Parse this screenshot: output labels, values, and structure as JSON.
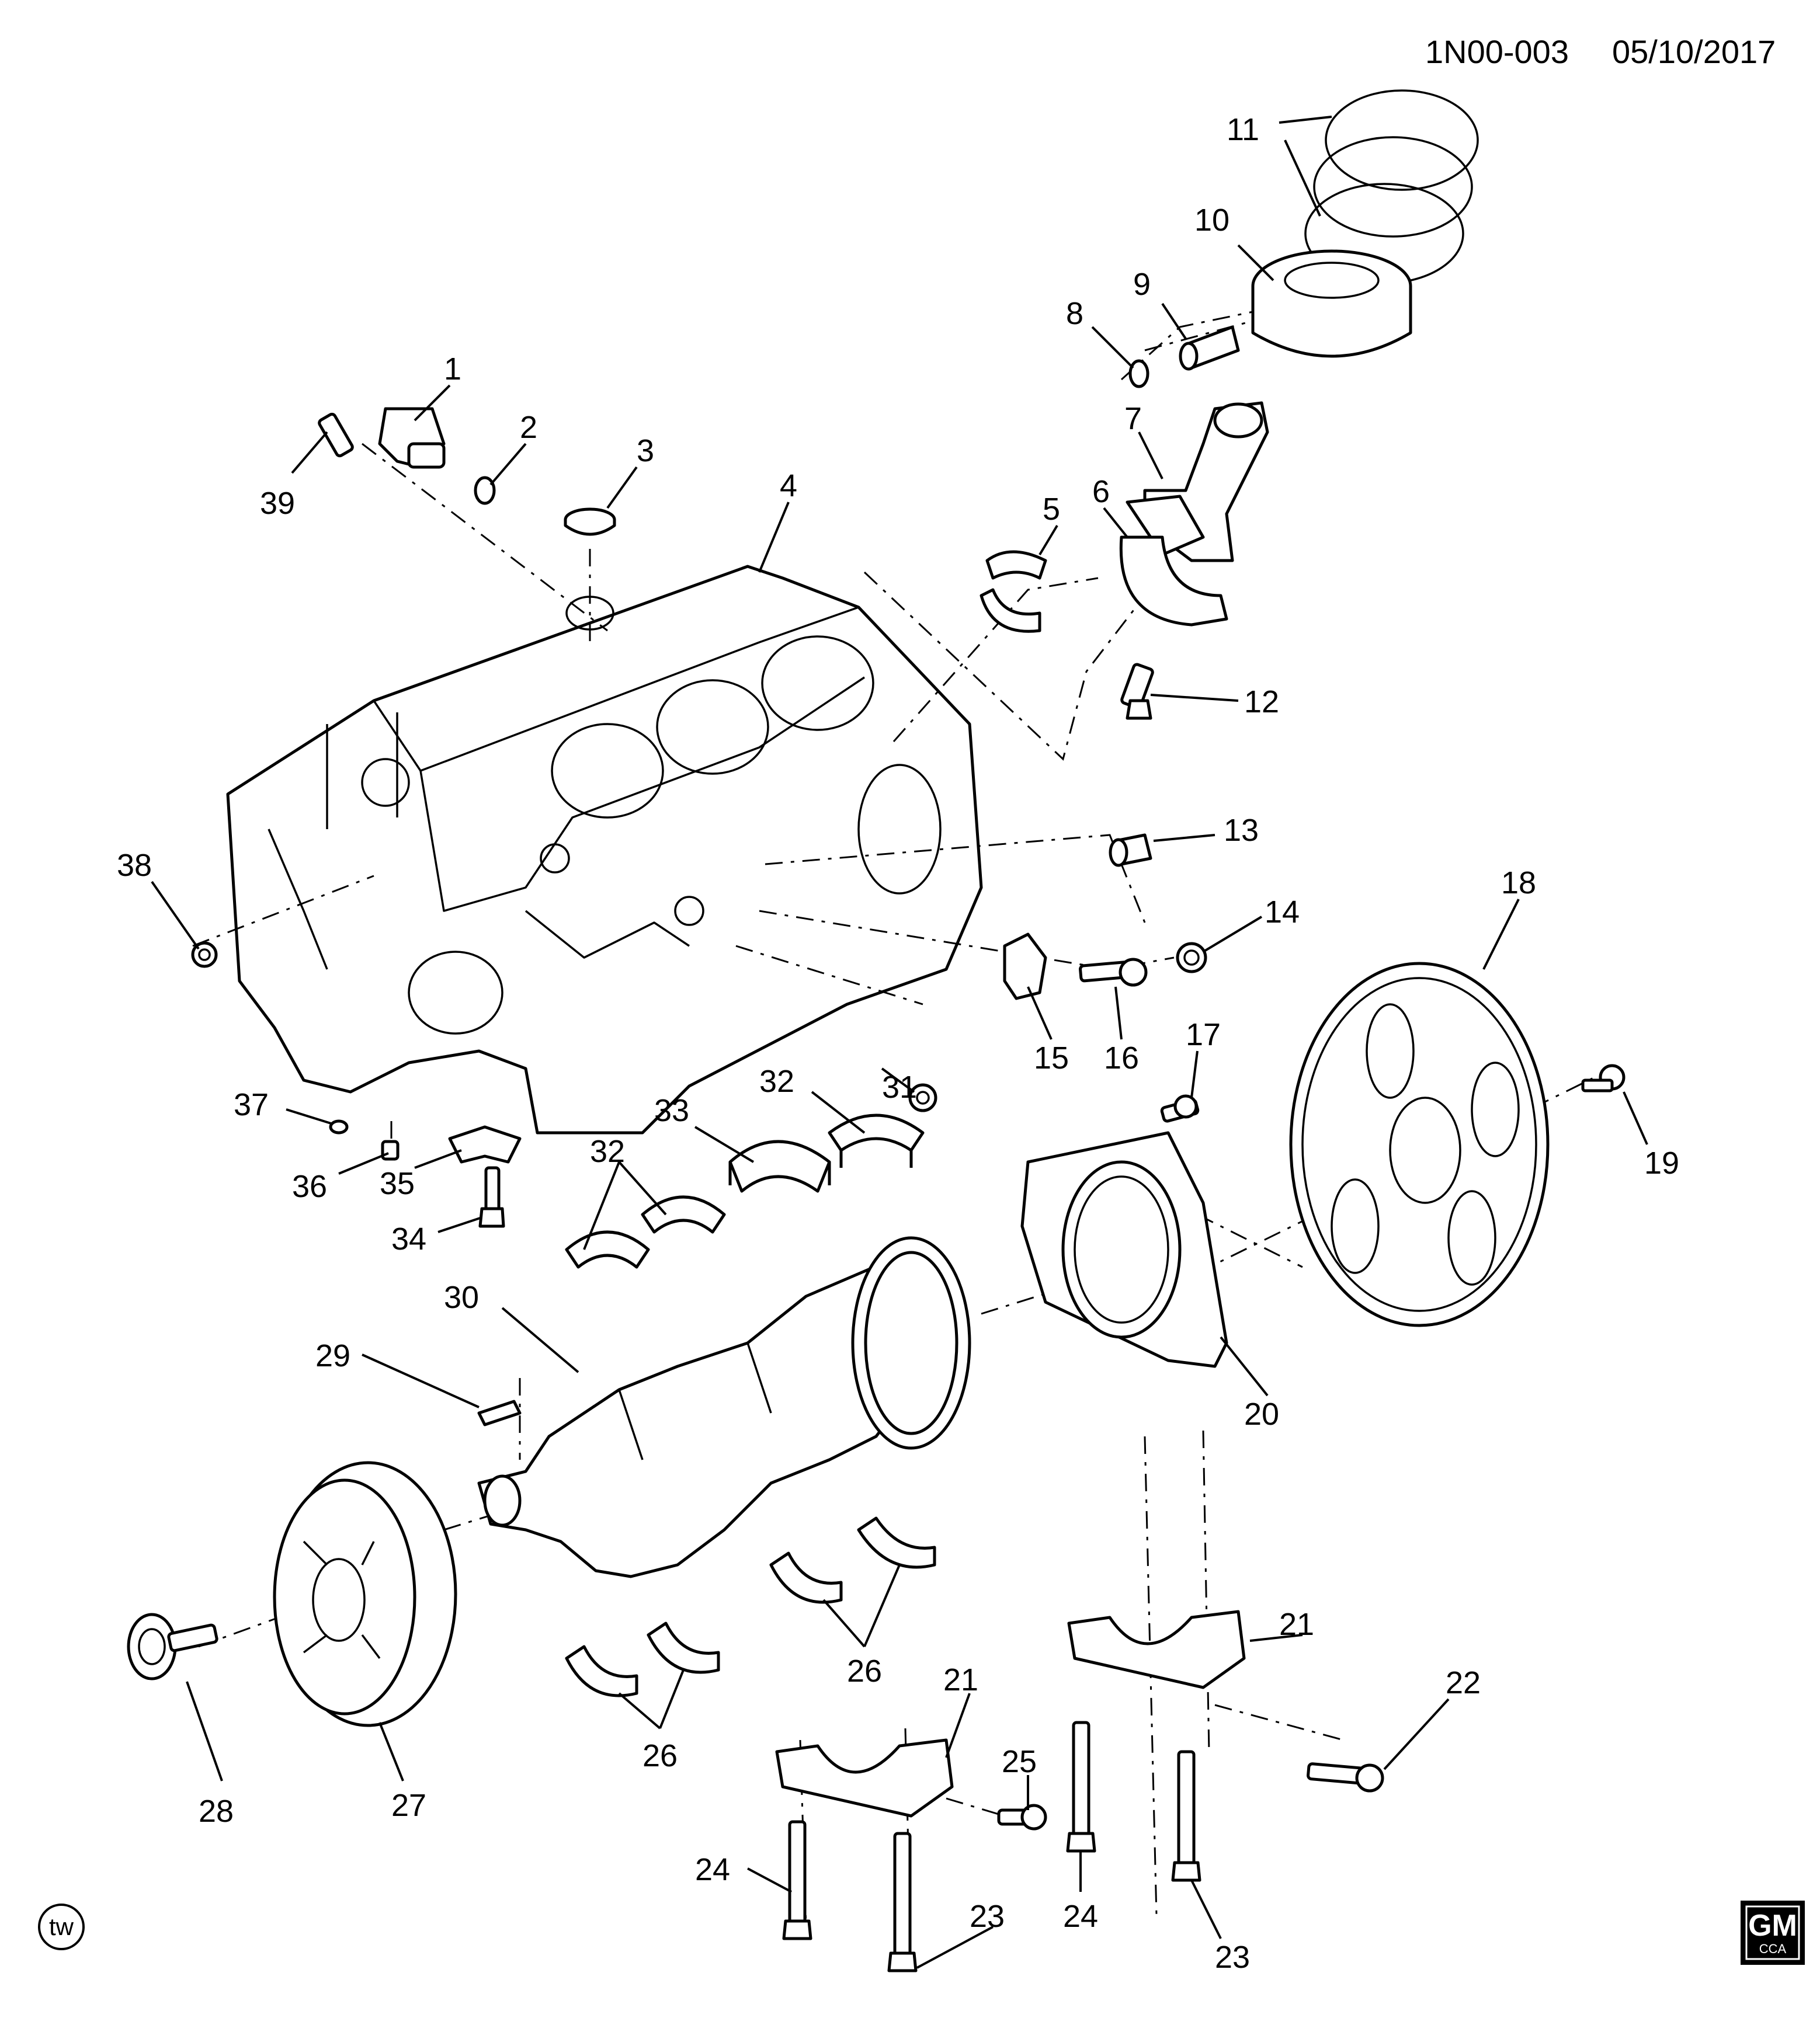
{
  "header": {
    "diagram_id": "1N00-003",
    "date": "05/10/2017"
  },
  "labels": {
    "l1": "1",
    "l2": "2",
    "l3": "3",
    "l4": "4",
    "l5": "5",
    "l6": "6",
    "l7": "7",
    "l8": "8",
    "l9": "9",
    "l10": "10",
    "l11": "11",
    "l12": "12",
    "l13": "13",
    "l14": "14",
    "l15": "15",
    "l16": "16",
    "l17": "17",
    "l18": "18",
    "l19": "19",
    "l20": "20",
    "l21a": "21",
    "l21b": "21",
    "l22": "22",
    "l23a": "23",
    "l23b": "23",
    "l24a": "24",
    "l24b": "24",
    "l25": "25",
    "l26a": "26",
    "l26b": "26",
    "l27": "27",
    "l28": "28",
    "l29": "29",
    "l30": "30",
    "l31": "31",
    "l32a": "32",
    "l32b": "32",
    "l33": "33",
    "l34": "34",
    "l35": "35",
    "l36": "36",
    "l37": "37",
    "l38": "38",
    "l39": "39"
  },
  "badges": {
    "tw": "tw",
    "gm": "GM",
    "gm_sub": "CCA"
  }
}
